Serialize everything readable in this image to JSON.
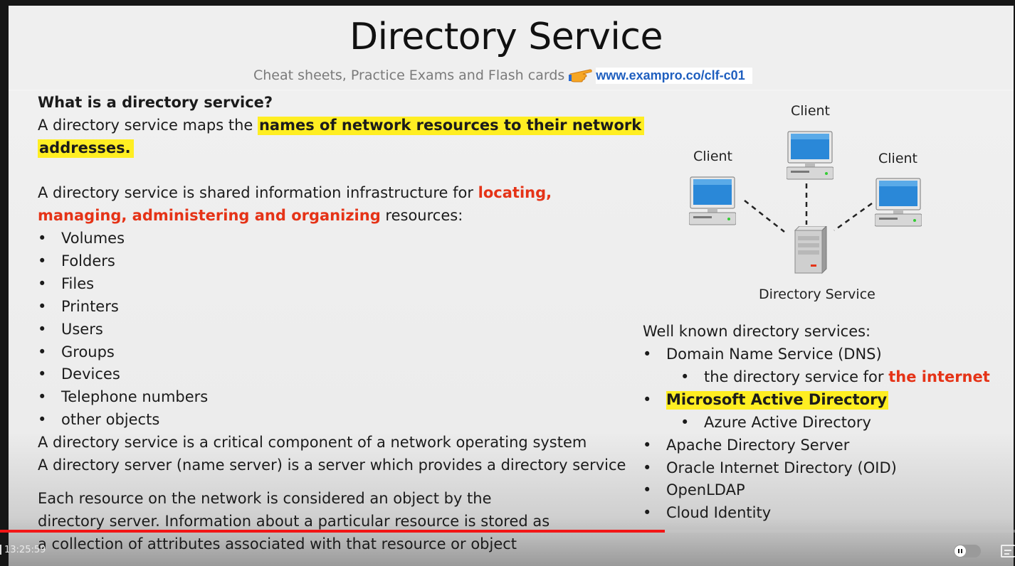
{
  "slide": {
    "title": "Directory Service",
    "subtitle": "Cheat sheets, Practice Exams and Flash cards",
    "subtitle_link": "www.exampro.co/clf-c01",
    "pointer_icon": "pointing-hand-icon"
  },
  "left": {
    "heading": "What is a directory service?",
    "p1_a": "A directory service maps the ",
    "p1_hl_1": "names of network resources to their network",
    "p1_hl_2": "addresses.",
    "p2_a": "A directory service is shared information infrastructure for ",
    "p2_red_1": "locating,",
    "p2_red_2": "managing, administering and organizing",
    "p2_b": " resources:",
    "bullet_char": "•",
    "resources": [
      "Volumes",
      "Folders",
      "Files",
      "Printers",
      "Users",
      "Groups",
      "Devices",
      "Telephone numbers",
      "other objects"
    ],
    "p3": "A directory service is a critical component of a network operating system",
    "p4": "A directory server (name server) is a server which provides a directory service",
    "p5_1": "Each resource on the network is considered an object by the",
    "p5_2": "directory server. Information about a particular resource is stored as",
    "p5_3": "a collection of attributes associated with that resource or object"
  },
  "diagram": {
    "client_label": "Client",
    "server_label": "Directory Service"
  },
  "right": {
    "heading": "Well known directory services:",
    "dns": "Domain Name Service (DNS)",
    "dns_sub_a": "the directory service for ",
    "dns_sub_red": "the internet",
    "mad": "Microsoft Active Directory",
    "mad_sub": "Azure Active Directory",
    "others": [
      "Apache Directory Server",
      "Oracle Internet Directory (OID)",
      "OpenLDAP",
      "Cloud Identity"
    ]
  },
  "player": {
    "timestamp": "13:25:59",
    "progress": 0.655,
    "accent": "#f21515"
  }
}
